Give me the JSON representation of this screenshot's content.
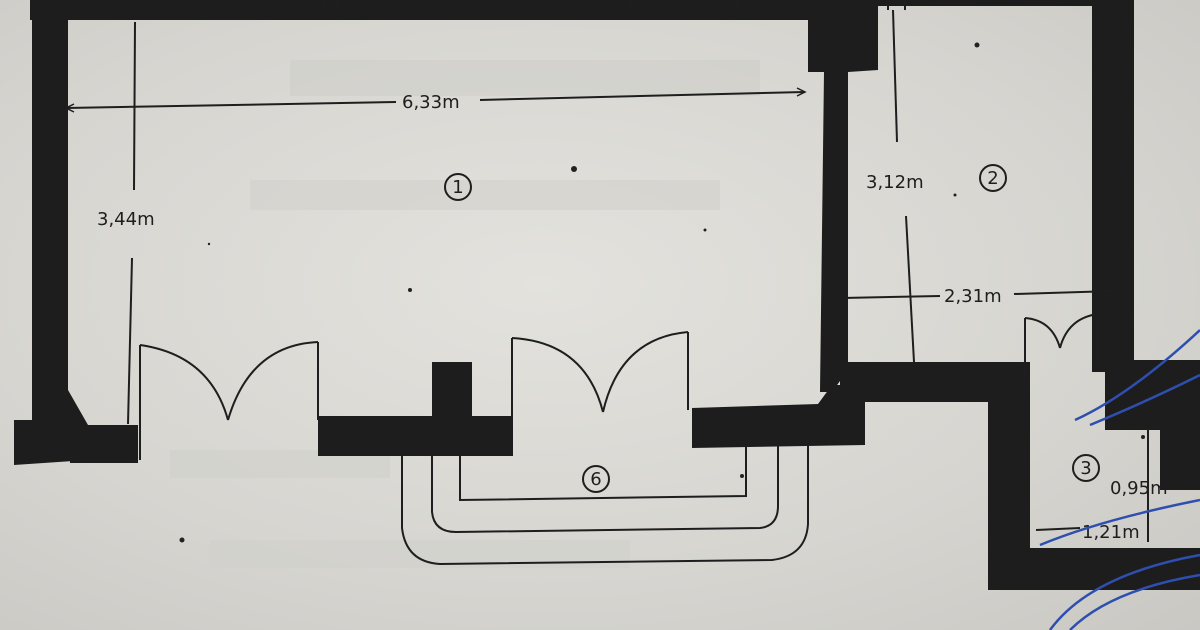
{
  "plan": {
    "dimensions": {
      "room1_width": "6,33m",
      "room1_height": "3,44m",
      "room2_height": "3,12m",
      "room2_width": "2,31m",
      "room3_height": "0,95m",
      "room3_width": "1,21m"
    },
    "rooms": {
      "r1": "1",
      "r2": "2",
      "r3": "3",
      "r6": "6"
    }
  },
  "colors": {
    "paper": "#d9d8d3",
    "wall": "#1d1d1d",
    "pen": "#2f4fb0"
  }
}
